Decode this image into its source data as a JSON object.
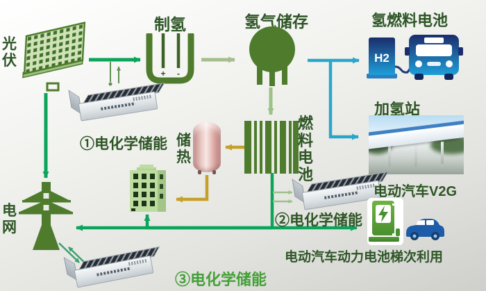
{
  "diagram": {
    "nodes": {
      "pv": {
        "label": "光伏"
      },
      "hydrogen_production": {
        "label": "制氢",
        "anode_mark": "+",
        "cathode_mark": "-"
      },
      "hydrogen_storage": {
        "label": "氢气储存"
      },
      "hydrogen_fuel_cell_bus": {
        "label": "氢燃料电池",
        "pump_text": "H2"
      },
      "refueling_station": {
        "label": "加氢站"
      },
      "fuel_cell": {
        "label": "燃料电池"
      },
      "heat_storage": {
        "label": "储热"
      },
      "power_grid": {
        "label": "电网"
      },
      "storage_1": {
        "label": "①电化学储能"
      },
      "storage_2": {
        "label": "②电化学储能"
      },
      "storage_3": {
        "label": "③电化学储能"
      },
      "ev_v2g": {
        "label": "电动汽车V2G"
      },
      "battery_cascade": {
        "label": "电动汽车动力电池梯次利用"
      }
    },
    "colors": {
      "label_text": "#2e5526",
      "storage3_text": "#44a036",
      "icon_green": "#4e7b2c",
      "arrow_green": "#0ba45a",
      "arrow_cyan": "#2ba6cb",
      "arrow_gold": "#c7a02b",
      "arrow_sage": "#a6bd8e",
      "arrow_pale_green": "#9cc287",
      "bus_blue_dark": "#1b2d6b",
      "bus_blue_light": "#1e9fd9"
    }
  }
}
